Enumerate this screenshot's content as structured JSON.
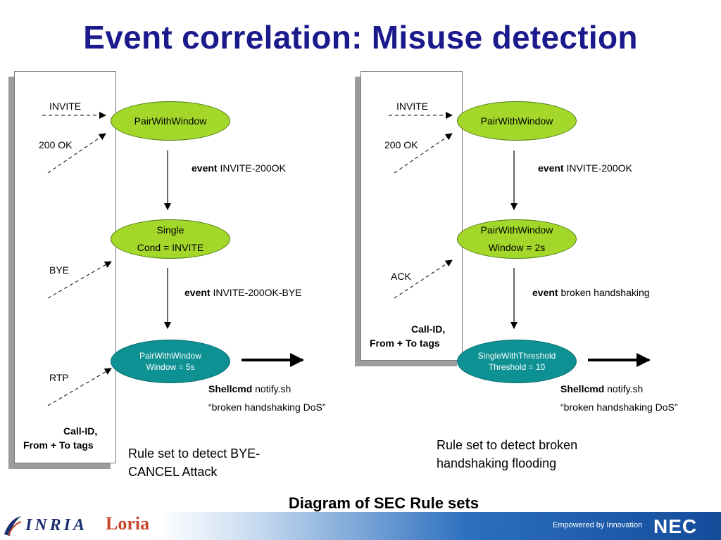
{
  "title": "Event correlation: Misuse detection",
  "left": {
    "events": {
      "invite": "INVITE",
      "ok": "200 OK",
      "bye": "BYE",
      "rtp": "RTP"
    },
    "tags": {
      "line1": "Call-ID,",
      "line2": "From + To tags"
    },
    "nodes": {
      "n1": {
        "line1": "PairWithWindow"
      },
      "n2": {
        "line1": "Single",
        "line2": "Cond = INVITE"
      },
      "n3": {
        "line1": "PairWithWindow",
        "line2": "Window =  5s"
      }
    },
    "edges": {
      "e1": {
        "keyword": "event",
        "text": "INVITE-200OK"
      },
      "e2": {
        "keyword": "event",
        "text": "INVITE-200OK-BYE"
      }
    },
    "action": {
      "keyword": "Shellcmd",
      "cmd": "notify.sh",
      "message": "“broken handshaking DoS”"
    },
    "caption": {
      "line1": "Rule set to detect BYE-",
      "line2": "CANCEL Attack"
    }
  },
  "right": {
    "events": {
      "invite": "INVITE",
      "ok": "200 OK",
      "ack": "ACK"
    },
    "tags": {
      "line1": "Call-ID,",
      "line2": "From + To tags"
    },
    "nodes": {
      "n1": {
        "line1": "PairWithWindow"
      },
      "n2": {
        "line1": "PairWithWindow",
        "line2": "Window = 2s"
      },
      "n3": {
        "line1": "SingleWithThreshold",
        "line2": "Threshold =  10"
      }
    },
    "edges": {
      "e1": {
        "keyword": "event",
        "text": "INVITE-200OK"
      },
      "e2": {
        "keyword": "event",
        "text": "broken handshaking"
      }
    },
    "action": {
      "keyword": "Shellcmd",
      "cmd": "notify.sh",
      "message": "“broken handshaking DoS”"
    },
    "caption": {
      "line1": "Rule set to detect broken",
      "line2": "handshaking flooding"
    }
  },
  "diagram_caption": "Diagram of SEC Rule sets",
  "footer": {
    "logo_inria": "INRIA",
    "logo_loria": "Loria",
    "tagline": "Empowered by Innovation",
    "logo_nec": "NEC"
  },
  "colors": {
    "title": "#1a1a8c",
    "node_green": "#a3d82a",
    "node_teal": "#0e9193",
    "panel_shadow": "#9c9c9c"
  }
}
